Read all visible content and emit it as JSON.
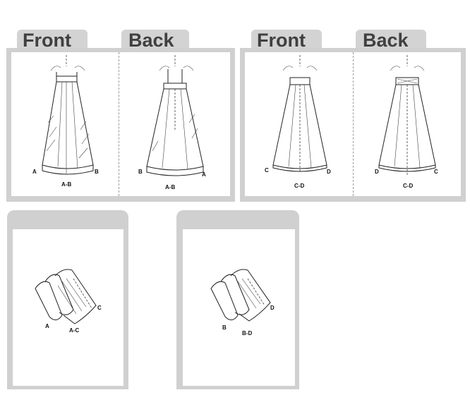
{
  "panels": [
    {
      "tabs": [
        "Front",
        "Back"
      ],
      "front": {
        "left": "A",
        "right": "B",
        "center": "A-B"
      },
      "back": {
        "left": "B",
        "right": "A",
        "center": "A-B"
      }
    },
    {
      "tabs": [
        "Front",
        "Back"
      ],
      "front": {
        "left": "C",
        "right": "D",
        "center": "C-D"
      },
      "back": {
        "left": "D",
        "right": "C",
        "center": "C-D"
      }
    }
  ],
  "swatches": [
    {
      "left": "A",
      "right": "C",
      "center": "A-C"
    },
    {
      "left": "B",
      "right": "D",
      "center": "B-D"
    }
  ]
}
